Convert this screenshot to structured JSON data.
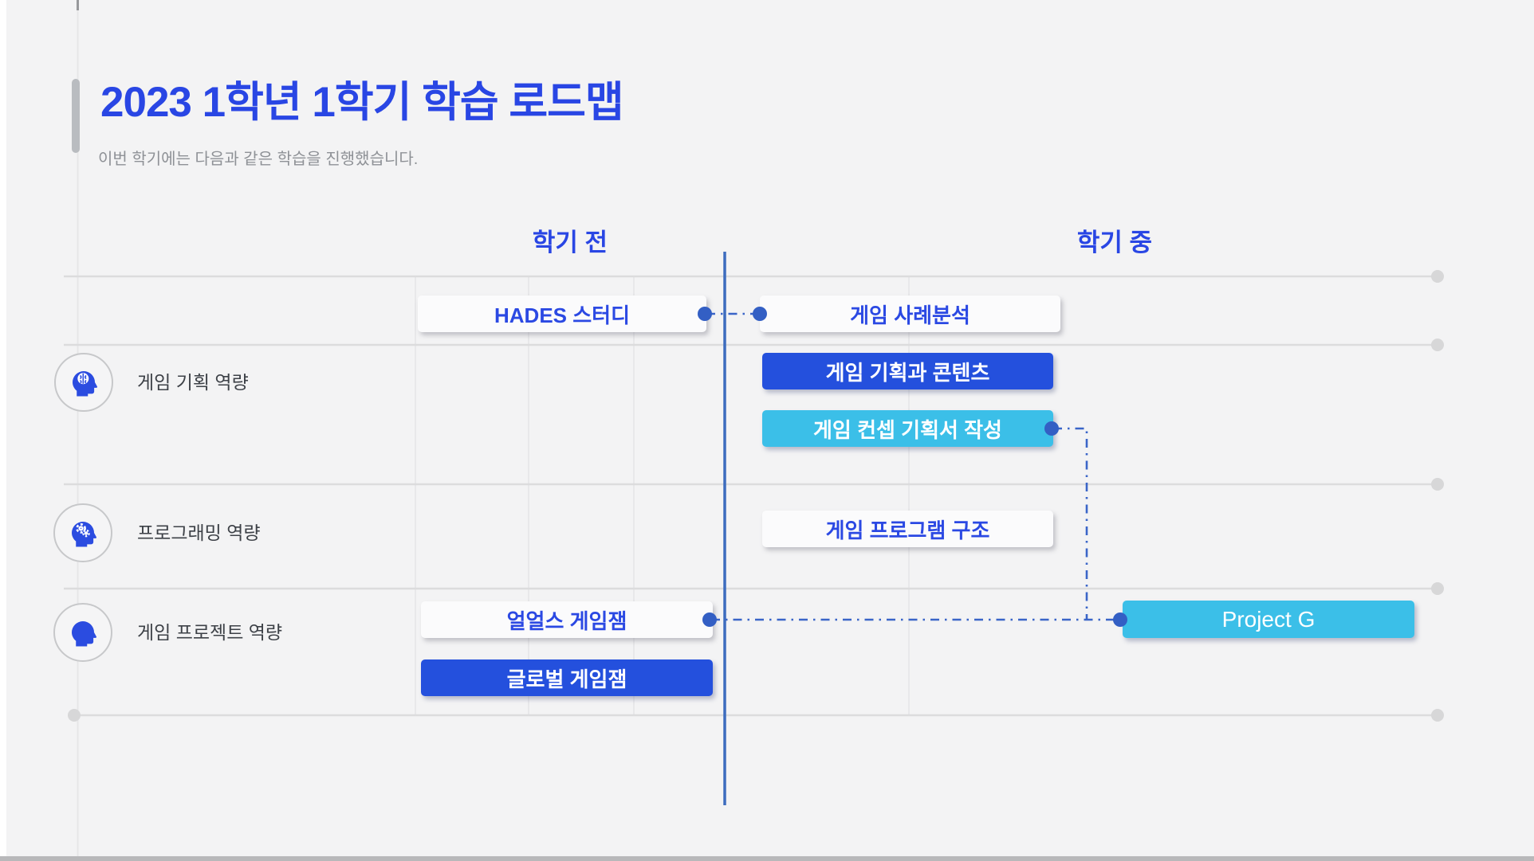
{
  "slide": {
    "title": "2023 1학년 1학기 학습 로드맵",
    "subtitle": "이번 학기에는 다음과 같은 학습을 진행했습니다."
  },
  "columns": [
    {
      "label": "학기 전"
    },
    {
      "label": "학기 중"
    }
  ],
  "rows": [
    {
      "label": "게임 기획 역량",
      "icon": "head-brain-icon"
    },
    {
      "label": "프로그래밍 역량",
      "icon": "head-gears-icon"
    },
    {
      "label": "게임 프로젝트 역량",
      "icon": "head-icon"
    }
  ],
  "bars": [
    {
      "label": "HADES 스터디",
      "style": "light",
      "column": "학기 전",
      "track": 0
    },
    {
      "label": "게임 사례분석",
      "style": "light",
      "column": "학기 중",
      "track": 0
    },
    {
      "label": "게임 기획과 콘텐츠",
      "style": "blue",
      "column": "학기 중",
      "track": 1
    },
    {
      "label": "게임 컨셉 기획서 작성",
      "style": "cyan",
      "column": "학기 중",
      "track": 1
    },
    {
      "label": "게임 프로그램 구조",
      "style": "light",
      "column": "학기 중",
      "track": 2
    },
    {
      "label": "얼얼스 게임잼",
      "style": "light",
      "column": "학기 전",
      "track": 3
    },
    {
      "label": "글로벌 게임잼",
      "style": "blue",
      "column": "학기 전",
      "track": 3
    },
    {
      "label": "Project G",
      "style": "cyan",
      "column": "학기 중",
      "track": 3
    }
  ],
  "connectors": [
    {
      "from": "HADES 스터디",
      "to": "게임 사례분석"
    },
    {
      "from": "게임 컨셉 기획서 작성",
      "to": "Project G"
    },
    {
      "from": "얼얼스 게임잼",
      "to": "Project G"
    }
  ],
  "colors": {
    "title_blue": "#2946e4",
    "bar_blue": "#2450dd",
    "bar_cyan": "#3bbfe8",
    "bar_light": "#fbfbfc",
    "connector_blue": "#3a65c8",
    "divider_blue": "#3d6cbe",
    "gridline_gray": "#dcdcdd"
  }
}
